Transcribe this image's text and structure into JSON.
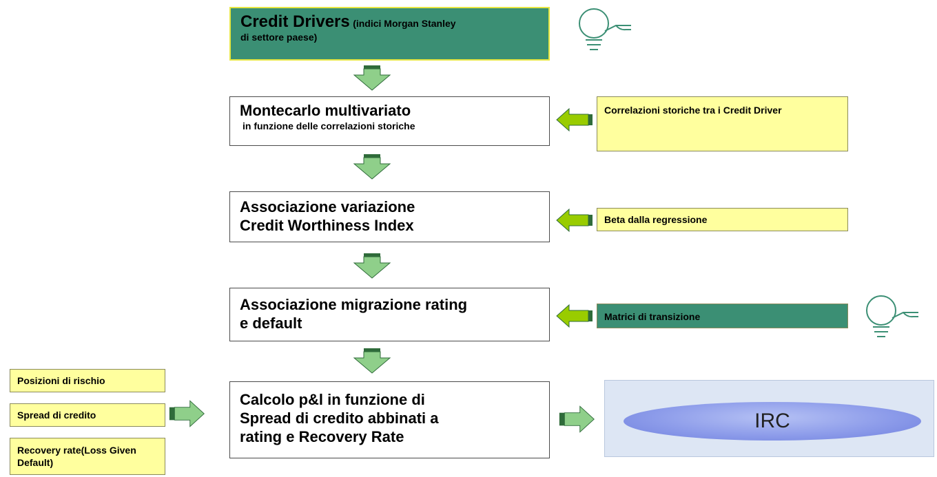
{
  "header": {
    "title": "Credit Drivers",
    "subtitle_line1": "(indici Morgan Stanley",
    "subtitle_line2": "di settore paese)"
  },
  "steps": [
    {
      "main": "Montecarlo multivariato",
      "sub": "in funzione delle correlazioni storiche"
    },
    {
      "main": "Associazione variazione\nCredit Worthiness  Index"
    },
    {
      "main": "Associazione migrazione rating\ne default"
    },
    {
      "main": "Calcolo p&l in funzione di\nSpread di credito abbinati a\nrating e Recovery Rate"
    }
  ],
  "side_inputs": [
    {
      "label": "Correlazioni storiche tra i Credit Driver"
    },
    {
      "label": "Beta dalla regressione"
    },
    {
      "label": "Matrici di transizione"
    }
  ],
  "left_inputs": [
    {
      "label": "Posizioni di rischio"
    },
    {
      "label": "Spread di credito"
    },
    {
      "label": "Recovery rate(Loss Given Default)"
    }
  ],
  "output": {
    "label": "IRC"
  },
  "colors": {
    "header_green": "#3b8f74",
    "note_yellow": "#ffff9e",
    "arrow_light_green": "#8fcf8a",
    "arrow_dark_green": "#2f6b3a",
    "arrow_yellow_green": "#99cc00",
    "irc_panel": "#dde6f4",
    "irc_ellipse": "#8d9cea"
  },
  "icons": [
    "lightbulb-icon",
    "down-arrow-icon",
    "left-arrow-icon",
    "right-arrow-icon"
  ]
}
